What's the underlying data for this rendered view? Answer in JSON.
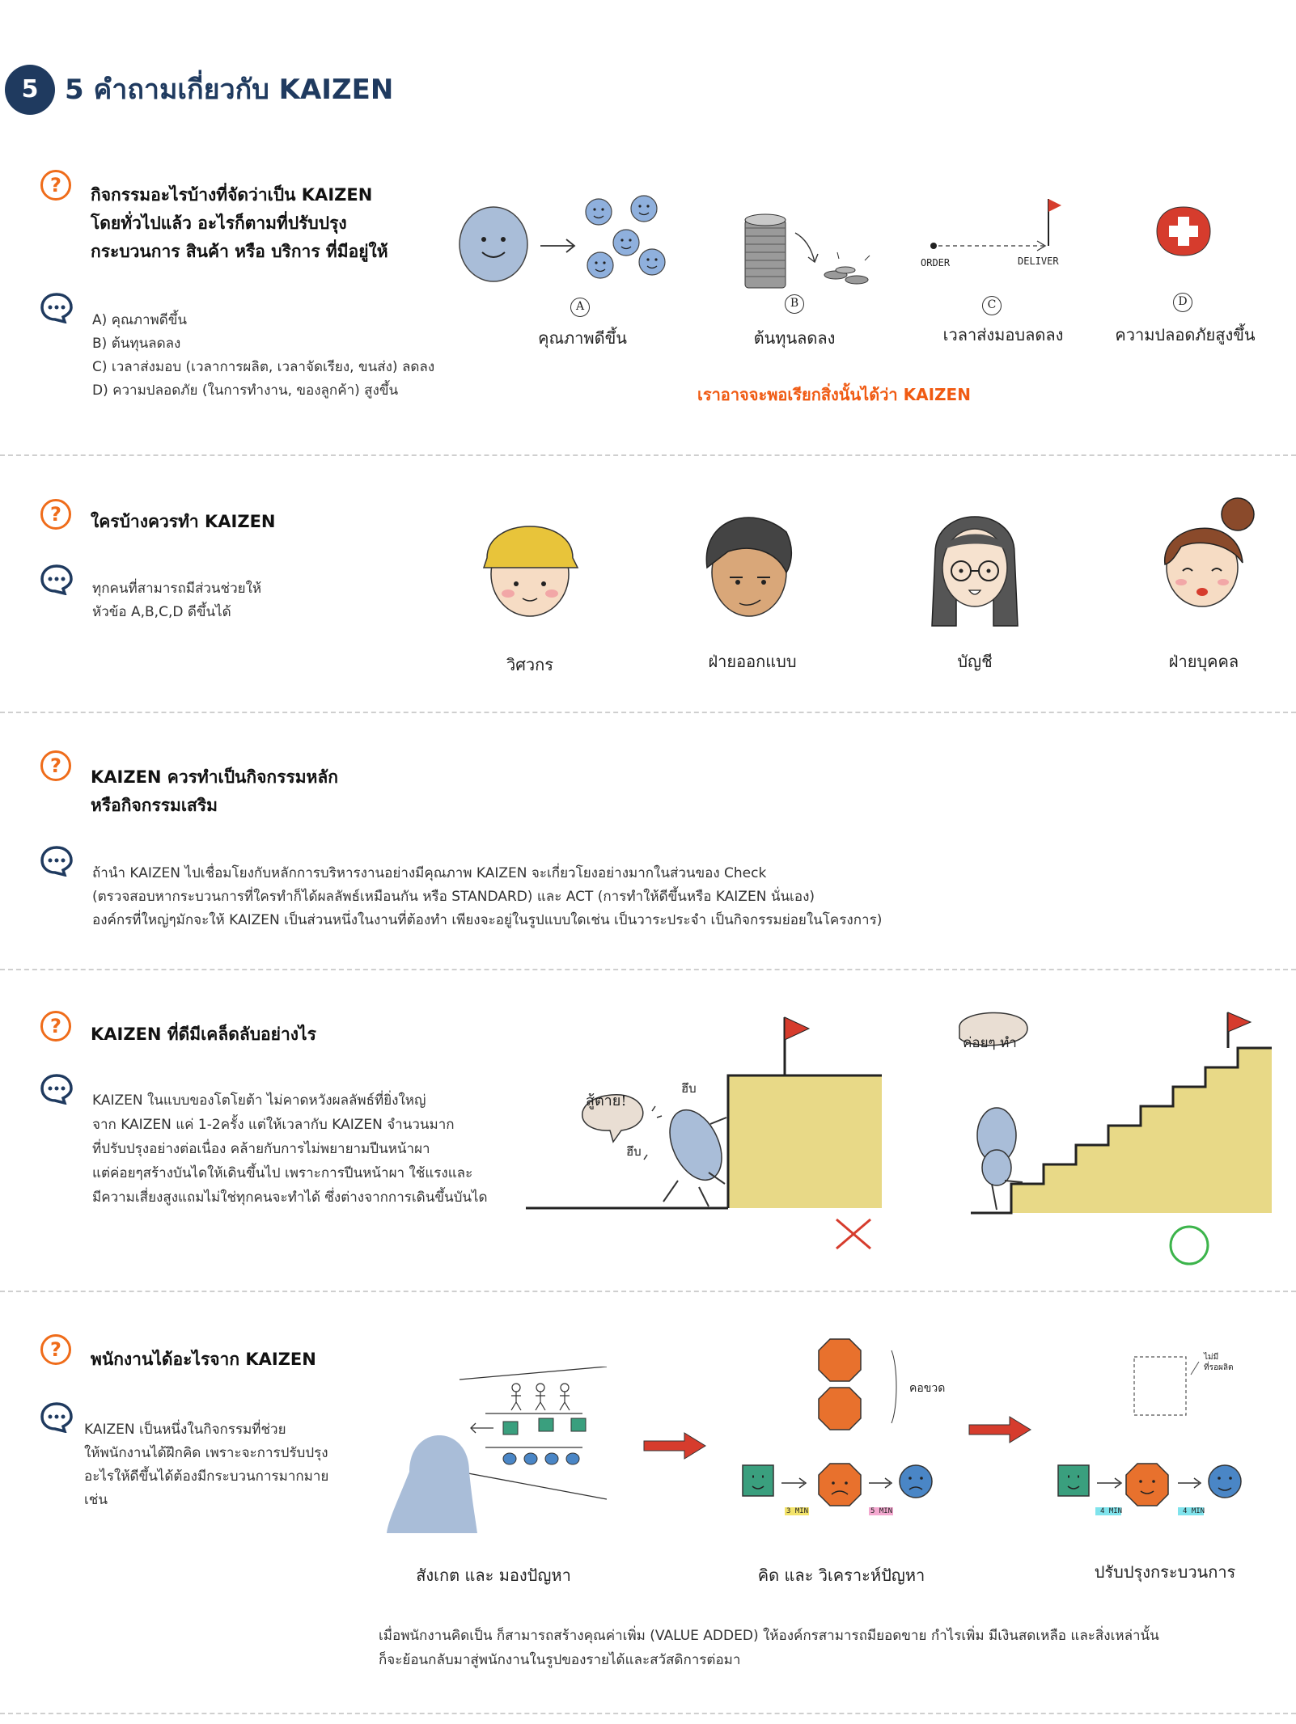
{
  "header": {
    "badge": "5",
    "title": "5 คำถามเกี่ยวกับ KAIZEN"
  },
  "s1": {
    "question": "กิจกรรมอะไรบ้างที่จัดว่าเป็น KAIZEN\nโดยทั่วไปแล้ว อะไรก็ตามที่ปรับปรุง\nกระบวนการ สินค้า หรือ บริการ ที่มีอยู่ให้",
    "answer": "A) คุณภาพดีขึ้น\nB) ต้นทุนลดลง\nC) เวลาส่งมอบ (เวลาการผลิต, เวลาจัดเรียง, ขนส่ง) ลดลง\nD) ความปลอดภัย (ในการทำงาน, ของลูกค้า) สูงขึ้น",
    "items": [
      {
        "letter": "A",
        "label": "คุณภาพดีขึ้น"
      },
      {
        "letter": "B",
        "label": "ต้นทุนลดลง"
      },
      {
        "letter": "C",
        "label": "เวลาส่งมอบลดลง"
      },
      {
        "letter": "D",
        "label": "ความปลอดภัยสูงขึ้น"
      }
    ],
    "order_label": "ORDER",
    "deliver_label": "DELIVER",
    "conclusion": "เราอาจจะพอเรียกสิ่งนั้นได้ว่า KAIZEN"
  },
  "s2": {
    "question": "ใครบ้างควรทำ KAIZEN",
    "answer": "ทุกคนที่สามารถมีส่วนช่วยให้\nหัวข้อ A,B,C,D ดีขึ้นได้",
    "people": [
      "วิศวกร",
      "ฝ่ายออกแบบ",
      "บัญชี",
      "ฝ่ายบุคคล"
    ]
  },
  "s3": {
    "question": "KAIZEN ควรทำเป็นกิจกรรมหลัก\nหรือกิจกรรมเสริม",
    "answer": "ถ้านำ KAIZEN ไปเชื่อมโยงกับหลักการบริหารงานอย่างมีคุณภาพ KAIZEN จะเกี่ยวโยงอย่างมากในส่วนของ Check\n(ตรวจสอบหากระบวนการที่ใครทำก็ได้ผลลัพธ์เหมือนกัน หรือ STANDARD) และ ACT (การทำให้ดีขึ้นหรือ KAIZEN นั่นเอง)\nองค์กรที่ใหญ่ๆมักจะให้ KAIZEN เป็นส่วนหนึ่งในงานที่ต้องทำ เพียงจะอยู่ในรูปแบบใดเช่น เป็นวาระประจำ เป็นกิจกรรมย่อยในโครงการ)"
  },
  "s4": {
    "question": "KAIZEN ที่ดีมีเคล็ดลับอย่างไร",
    "answer": "KAIZEN ในแบบของโตโยต้า ไม่คาดหวังผลลัพธ์ที่ยิ่งใหญ่\nจาก KAIZEN แค่ 1-2ครั้ง แต่ให้เวลากับ KAIZEN จำนวนมาก\nที่ปรับปรุงอย่างต่อเนื่อง คล้ายกับการไม่พยายามปีนหน้าผา\nแต่ค่อยๆสร้างบันไดให้เดินขึ้นไป เพราะการปีนหน้าผา ใช้แรงและ\nมีความเสี่ยงสูงแถมไม่ใช่ทุกคนจะทำได้ ซึ่งต่างจากการเดินขึ้นบันได",
    "bubble_left": "สู้ตาย!",
    "sfx_1": "ฮึบ",
    "sfx_2": "ฮึบ",
    "bubble_right": "ค่อยๆ ทำ"
  },
  "s5": {
    "question": "พนักงานได้อะไรจาก KAIZEN",
    "answer": "KAIZEN เป็นหนึ่งในกิจกรรมที่ช่วย\nให้พนักงานได้ฝึกคิด เพราะจะการปรับปรุง\nอะไรให้ดีขึ้นได้ต้องมีกระบวนการมากมาย\nเช่น",
    "steps": [
      "สังเกต และ มองปัญหา",
      "คิด และ วิเคราะห์ปัญหา",
      "ปรับปรุงกระบวนการ"
    ],
    "note_bottleneck": "คอขวด",
    "note_no_wait": "ไม่มี\nที่รอผลิต",
    "time_1": "3 MIN",
    "time_2": "5 MIN",
    "time_3": "4 MIN",
    "time_4": "4 MIN",
    "footer": "เมื่อพนักงานคิดเป็น ก็สามารถสร้างคุณค่าเพิ่ม (VALUE ADDED) ให้องค์กรสามารถมียอดขาย กำไรเพิ่ม มีเงินสดเหลือ และสิ่งเหล่านั้น\nก็จะย้อนกลับมาสู่พนักงานในรูปของรายได้และสวัสดิการต่อมา"
  },
  "colors": {
    "navy": "#1f3a5f",
    "orange": "#ef6c1a",
    "blob": "#a9bdd8",
    "yellow": "#e8d987",
    "red": "#d63c2d",
    "green": "#3cb44b"
  }
}
